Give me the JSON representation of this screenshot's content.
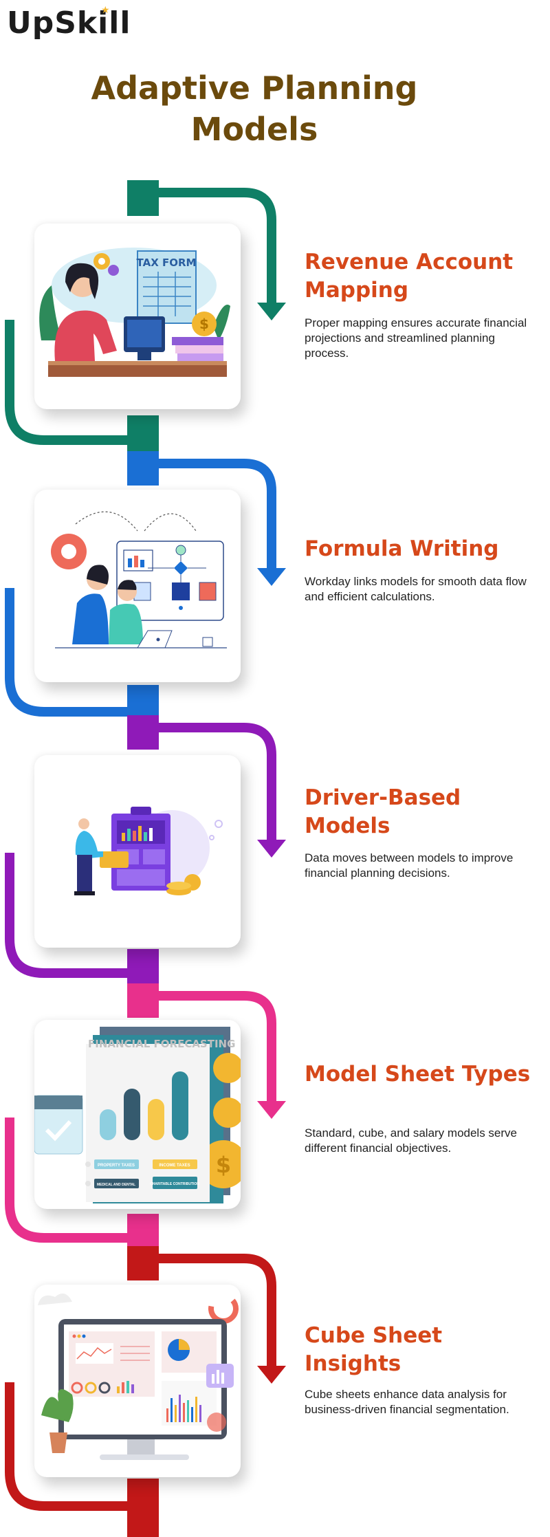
{
  "brand": {
    "logo_text": "UpSkill"
  },
  "page_title": "Adaptive Planning Models",
  "colors": {
    "title": "#6b4a0c",
    "heading": "#d6481a",
    "steps": [
      "#0f7f66",
      "#1a6fd4",
      "#8f1ab8",
      "#e8308c",
      "#c21818"
    ]
  },
  "steps": [
    {
      "heading": "Revenue Account Mapping",
      "description": "Proper mapping ensures accurate financial projections and streamlined planning process.",
      "illustration_text": "TAX FORM",
      "icon": "tax-form-illustration"
    },
    {
      "heading": "Formula Writing",
      "description": "Workday links models for smooth data flow and efficient calculations.",
      "icon": "workflow-illustration"
    },
    {
      "heading": "Driver-Based Models",
      "description": "Data moves between models to improve financial planning decisions.",
      "icon": "dashboard-illustration"
    },
    {
      "heading": "Model Sheet Types",
      "description": "Standard, cube, and salary models serve different financial objectives.",
      "illustration_text": "FINANCIAL FORECASTING",
      "illustration_labels": [
        "PROPERTY TAXES",
        "INCOME TAXES",
        "MEDICAL AND DENTAL",
        "CHARITABLE CONTRIBUTION"
      ],
      "icon": "forecasting-illustration"
    },
    {
      "heading": "Cube Sheet Insights",
      "description": "Cube sheets enhance data analysis for business-driven financial segmentation.",
      "icon": "analytics-monitor-illustration"
    }
  ]
}
